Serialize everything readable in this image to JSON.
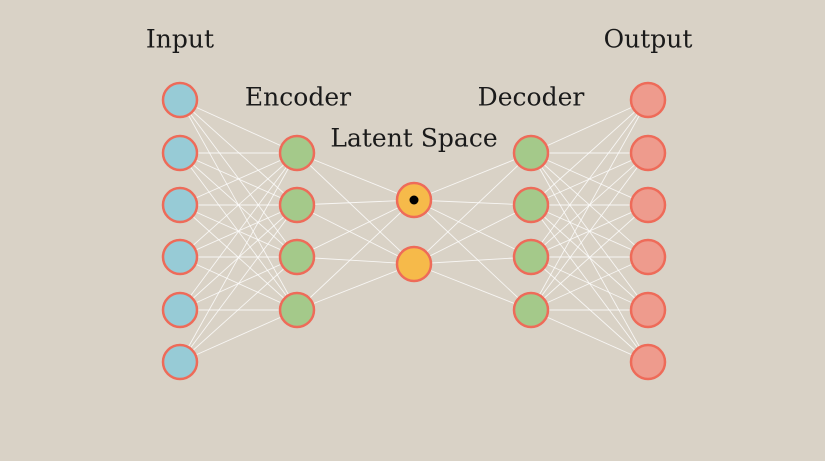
{
  "labels": {
    "input": "Input",
    "encoder": "Encoder",
    "latent": "Latent Space",
    "decoder": "Decoder",
    "output": "Output"
  },
  "layers": [
    {
      "name": "input-layer",
      "nodes": 6,
      "fill": "#97cbd6"
    },
    {
      "name": "encoder-layer",
      "nodes": 4,
      "fill": "#a4c98a"
    },
    {
      "name": "latent-layer",
      "nodes": 2,
      "fill": "#f6ba4a"
    },
    {
      "name": "decoder-layer",
      "nodes": 4,
      "fill": "#a4c98a"
    },
    {
      "name": "output-layer",
      "nodes": 6,
      "fill": "#ee9b8d"
    }
  ],
  "colors": {
    "background": "#d9d2c6",
    "node_stroke": "#ee6b59",
    "edge": "#ffffff",
    "latent_marker": "#000000"
  },
  "latent_marker_on_node": 1,
  "connections": "fully-connected between adjacent layers"
}
